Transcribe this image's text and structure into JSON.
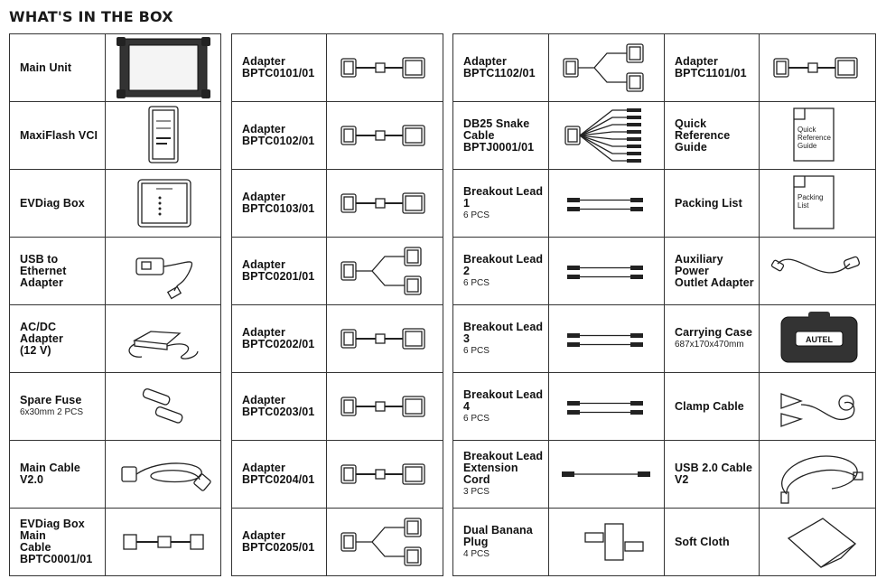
{
  "title": "WHAT'S IN THE BOX",
  "columns": [
    {
      "items": [
        {
          "name": "Main Unit",
          "sub": "",
          "icon": "tablet-icon"
        },
        {
          "name": "MaxiFlash VCI",
          "sub": "",
          "icon": "vci-box-icon"
        },
        {
          "name": "EVDiag Box",
          "sub": "",
          "icon": "evdiag-box-icon"
        },
        {
          "name": "USB to Ethernet\nAdapter",
          "sub": "",
          "icon": "usb-ethernet-adapter-icon"
        },
        {
          "name": "AC/DC Adapter\n(12 V)",
          "sub": "",
          "icon": "power-adapter-icon"
        },
        {
          "name": "Spare Fuse",
          "sub": "6x30mm  2 PCS",
          "icon": "fuse-icon"
        },
        {
          "name": "Main Cable V2.0",
          "sub": "",
          "icon": "main-cable-icon"
        },
        {
          "name": "EVDiag Box Main\nCable\nBPTC0001/01",
          "sub": "",
          "icon": "evdiag-cable-icon"
        }
      ]
    },
    {
      "items": [
        {
          "name": "Adapter\nBPTC0101/01",
          "sub": "",
          "icon": "adapter-cable-icon"
        },
        {
          "name": "Adapter\nBPTC0102/01",
          "sub": "",
          "icon": "adapter-cable-icon"
        },
        {
          "name": "Adapter\nBPTC0103/01",
          "sub": "",
          "icon": "adapter-cable-icon"
        },
        {
          "name": "Adapter\nBPTC0201/01",
          "sub": "",
          "icon": "split-adapter-icon"
        },
        {
          "name": "Adapter\nBPTC0202/01",
          "sub": "",
          "icon": "adapter-cable-icon"
        },
        {
          "name": "Adapter\nBPTC0203/01",
          "sub": "",
          "icon": "adapter-cable-icon"
        },
        {
          "name": "Adapter\nBPTC0204/01",
          "sub": "",
          "icon": "adapter-cable-icon"
        },
        {
          "name": "Adapter\nBPTC0205/01",
          "sub": "",
          "icon": "split-adapter-icon"
        }
      ]
    },
    {
      "items": [
        {
          "name": "Adapter\nBPTC1102/01",
          "sub": "",
          "icon": "split-adapter-icon"
        },
        {
          "name": "DB25 Snake\nCable\nBPTJ0001/01",
          "sub": "",
          "icon": "snake-cable-icon"
        },
        {
          "name": "Breakout Lead 1",
          "sub": "6 PCS",
          "icon": "breakout-lead-icon"
        },
        {
          "name": "Breakout Lead 2",
          "sub": "6 PCS",
          "icon": "breakout-lead-icon"
        },
        {
          "name": "Breakout Lead 3",
          "sub": "6 PCS",
          "icon": "breakout-lead-icon"
        },
        {
          "name": "Breakout Lead 4",
          "sub": "6 PCS",
          "icon": "breakout-lead-icon"
        },
        {
          "name": "Breakout Lead\nExtension Cord",
          "sub": "3 PCS",
          "icon": "extension-cord-icon"
        },
        {
          "name": "Dual Banana Plug",
          "sub": "4 PCS",
          "icon": "banana-plug-icon"
        }
      ]
    },
    {
      "items": [
        {
          "name": "Adapter\nBPTC1101/01",
          "sub": "",
          "icon": "adapter-cable-icon"
        },
        {
          "name": "Quick Reference\nGuide",
          "sub": "",
          "icon": "document-icon",
          "doc": "Quick\nReference\nGuide"
        },
        {
          "name": "Packing List",
          "sub": "",
          "icon": "document-icon",
          "doc": "Packing\nList"
        },
        {
          "name": "Auxiliary Power\nOutlet Adapter",
          "sub": "",
          "icon": "cigarette-plug-icon"
        },
        {
          "name": "Carrying Case",
          "sub": "687x170x470mm",
          "icon": "carrying-case-icon",
          "brand": "AUTEL"
        },
        {
          "name": "Clamp Cable",
          "sub": "",
          "icon": "clamp-cable-icon"
        },
        {
          "name": "USB 2.0 Cable V2",
          "sub": "",
          "icon": "usb-cable-icon"
        },
        {
          "name": "Soft Cloth",
          "sub": "",
          "icon": "cloth-icon"
        }
      ]
    }
  ]
}
